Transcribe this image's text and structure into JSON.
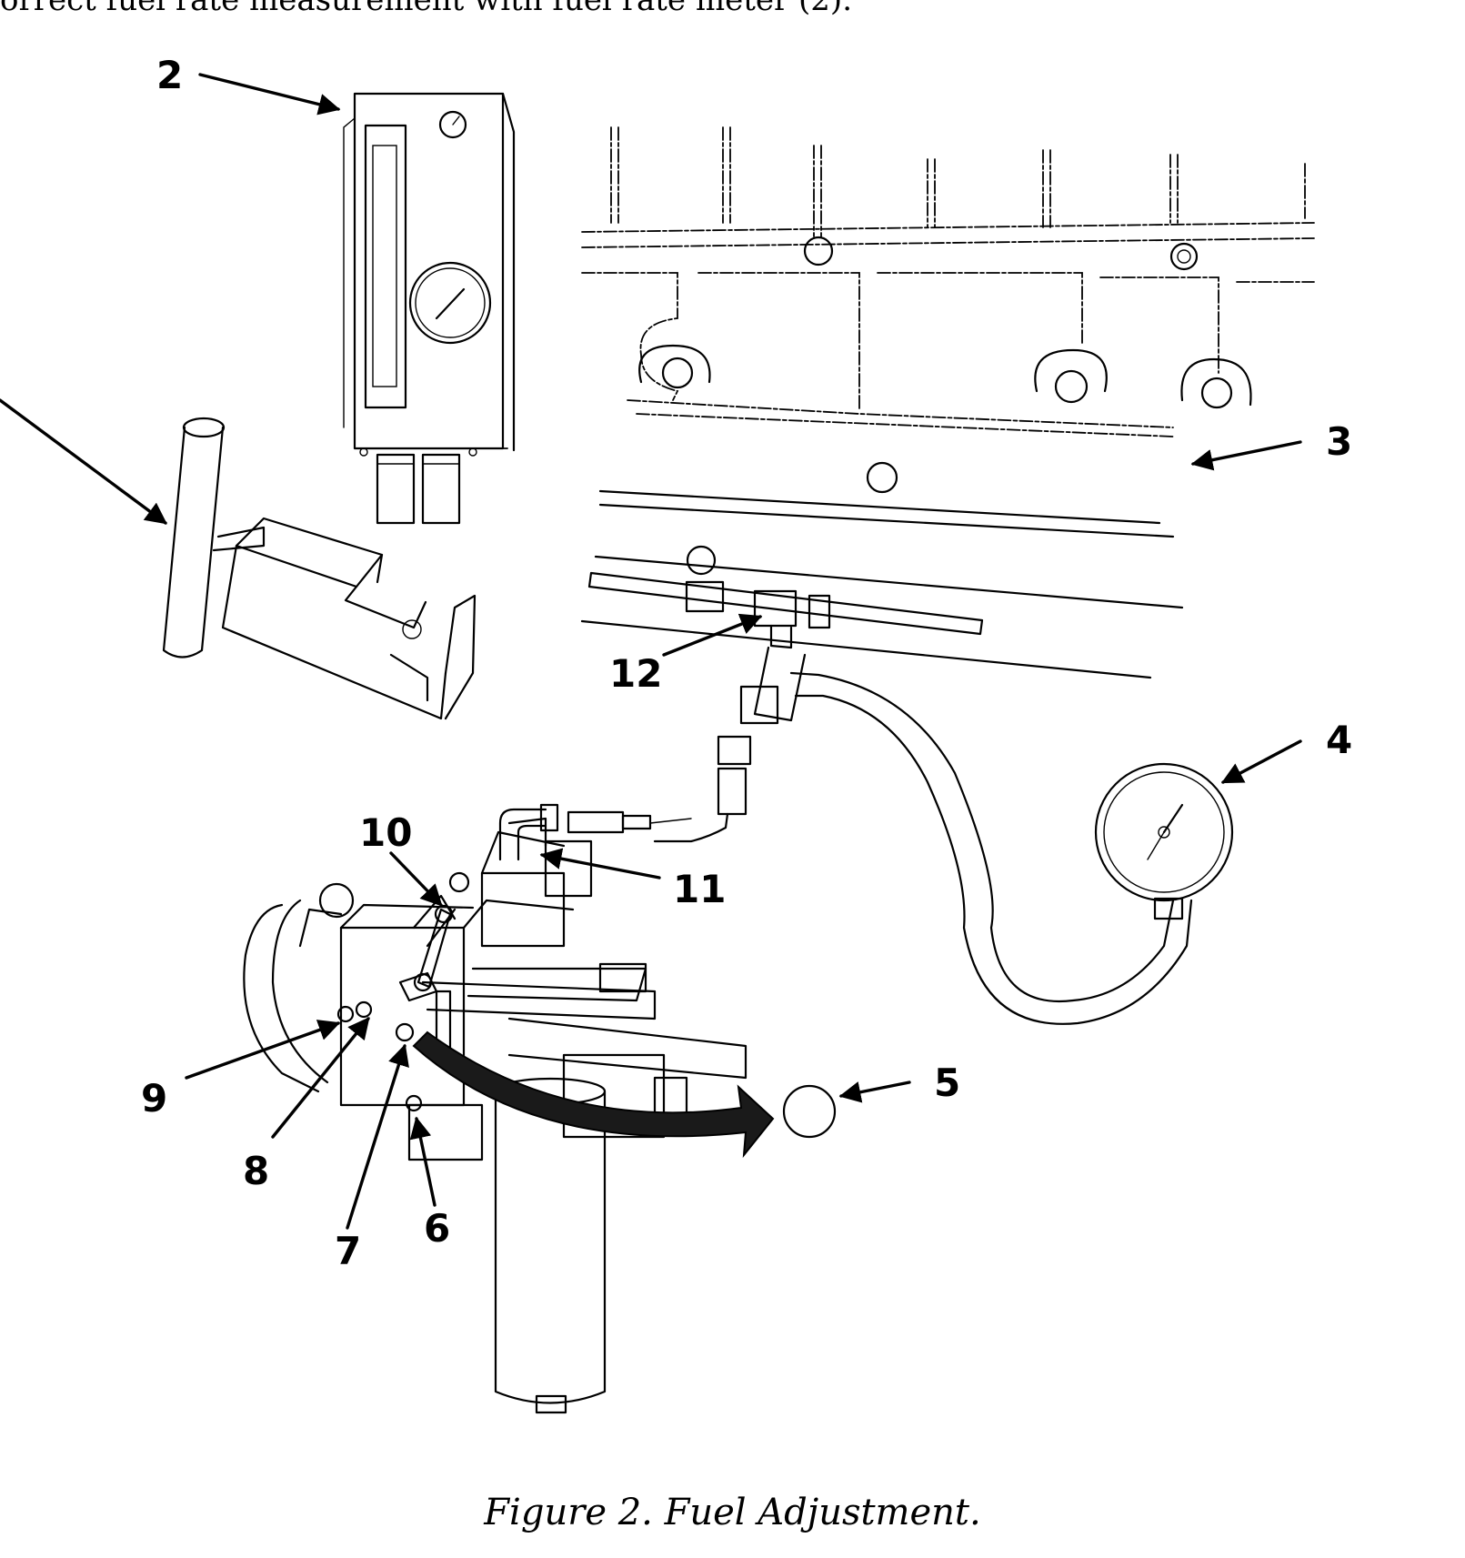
{
  "top_text": "orrect fuel rate measurement with fuel rate meter (2).",
  "callouts": [
    "2",
    "3",
    "4",
    "5",
    "6",
    "7",
    "8",
    "9",
    "10",
    "11",
    "12"
  ],
  "caption": "Figure 2.  Fuel Adjustment."
}
